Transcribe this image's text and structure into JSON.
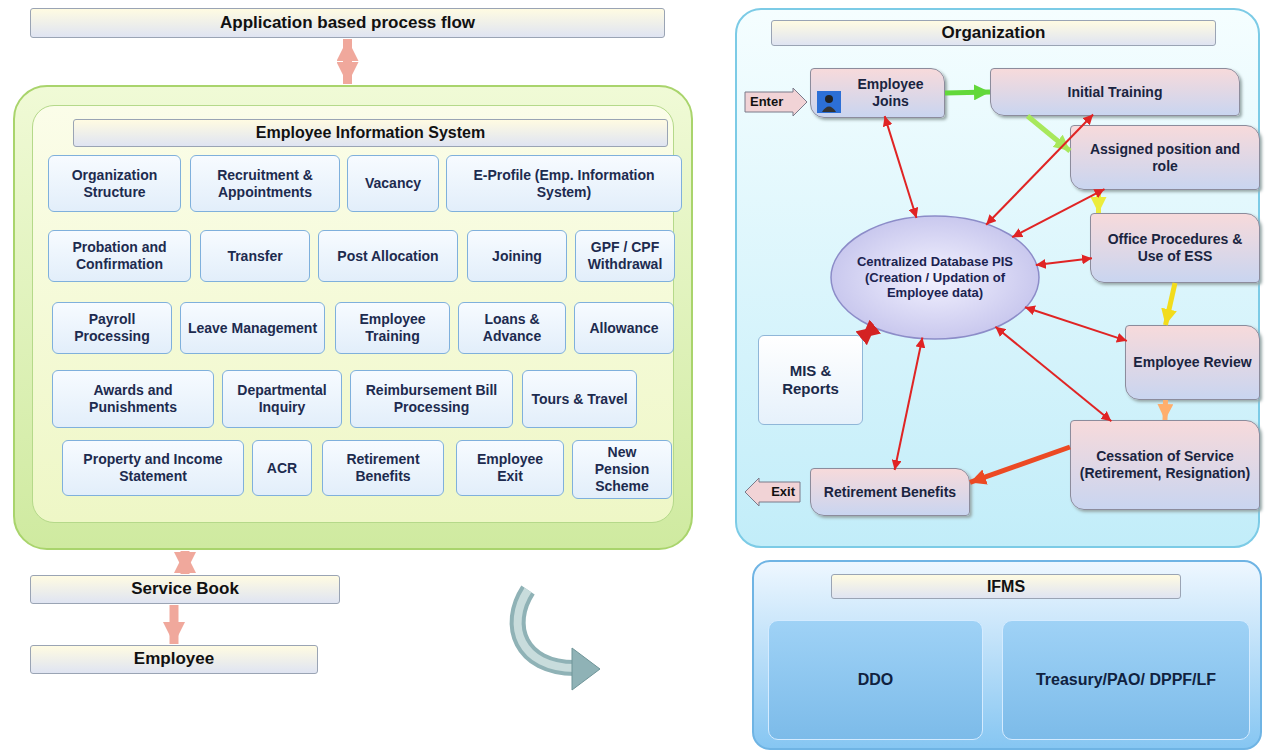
{
  "diagram": {
    "nodes": [
      {
        "text": [
          "Application based process flow"
        ]
      },
      {
        "text": [
          "Employee Information System"
        ]
      },
      {
        "text": [
          "Organization Structure"
        ],
        "in": 1
      },
      {
        "text": [
          "Recruitment & Appointments"
        ],
        "in": 1
      },
      {
        "text": [
          "Vacancy"
        ],
        "in": 1
      },
      {
        "text": [
          "E-Profile (Emp. Information System)"
        ],
        "in": 1
      },
      {
        "text": [
          "Probation and Confirmation"
        ],
        "in": 1
      },
      {
        "text": [
          "Transfer"
        ],
        "in": 1
      },
      {
        "text": [
          "Post Allocation"
        ],
        "in": 1
      },
      {
        "text": [
          "Joining"
        ],
        "in": 1
      },
      {
        "text": [
          "GPF / CPF Withdrawal"
        ],
        "in": 1
      },
      {
        "text": [
          "Payroll Processing"
        ],
        "in": 1
      },
      {
        "text": [
          "Leave Management"
        ],
        "in": 1
      },
      {
        "text": [
          "Employee Training"
        ],
        "in": 1
      },
      {
        "text": [
          "Loans & Advance"
        ],
        "in": 1
      },
      {
        "text": [
          "Allowance"
        ],
        "in": 1
      },
      {
        "text": [
          "Awards and Punishments"
        ],
        "in": 1
      },
      {
        "text": [
          "Departmental Inquiry"
        ],
        "in": 1
      },
      {
        "text": [
          "Reimbursement Bill Processing"
        ],
        "in": 1
      },
      {
        "text": [
          "Tours & Travel"
        ],
        "in": 1
      },
      {
        "text": [
          "Property and Income Statement"
        ],
        "in": 1
      },
      {
        "text": [
          "ACR"
        ],
        "in": 1
      },
      {
        "text": [
          "Retirement Benefits"
        ],
        "in": 1
      },
      {
        "text": [
          "Employee Exit"
        ],
        "in": 1
      },
      {
        "text": [
          "New Pension Scheme"
        ],
        "in": 1
      },
      {
        "text": [
          "Service Book"
        ]
      },
      {
        "text": [
          "Employee"
        ]
      },
      {
        "text": [
          "Organization"
        ]
      },
      {
        "text": [
          "Enter"
        ],
        "in": 27
      },
      {
        "text": [
          "Employee Joins"
        ],
        "in": 27
      },
      {
        "text": [
          "Initial Training"
        ],
        "in": 27
      },
      {
        "text": [
          "Assigned position and role"
        ],
        "in": 27
      },
      {
        "text": [
          "Office Procedures & Use of ESS"
        ],
        "in": 27
      },
      {
        "text": [
          "Employee Review"
        ],
        "in": 27
      },
      {
        "text": [
          "Cessation of Service (Retirement, Resignation)"
        ],
        "in": 27
      },
      {
        "text": [
          "Retirement Benefits"
        ],
        "in": 27
      },
      {
        "text": [
          "Exit"
        ],
        "in": 27
      },
      {
        "text": [
          "Centralized Database PIS (Creation / Updation of Employee data)"
        ],
        "in": 27
      },
      {
        "text": [
          "MIS & Reports"
        ],
        "in": 27
      },
      {
        "text": [
          "IFMS"
        ]
      },
      {
        "text": [
          "DDO"
        ],
        "in": 39
      },
      {
        "text": [
          "Treasury/PAO/ DPPF/LF"
        ],
        "in": 39
      }
    ],
    "edges": [
      {
        "from": 0,
        "to": 1,
        "arrow": "both"
      },
      {
        "from": 1,
        "to": 25,
        "arrow": "both"
      },
      {
        "from": 25,
        "to": 26,
        "arrow": "to"
      },
      {
        "from": 29,
        "to": 30,
        "arrow": "to"
      },
      {
        "from": 30,
        "to": 31,
        "arrow": "to"
      },
      {
        "from": 31,
        "to": 32,
        "arrow": "to"
      },
      {
        "from": 32,
        "to": 33,
        "arrow": "to"
      },
      {
        "from": 33,
        "to": 34,
        "arrow": "to"
      },
      {
        "from": 34,
        "to": 35,
        "arrow": "to"
      },
      {
        "from": 37,
        "to": 29,
        "arrow": "both"
      },
      {
        "from": 37,
        "to": 30,
        "arrow": "both"
      },
      {
        "from": 37,
        "to": 31,
        "arrow": "both"
      },
      {
        "from": 37,
        "to": 32,
        "arrow": "both"
      },
      {
        "from": 37,
        "to": 33,
        "arrow": "both"
      },
      {
        "from": 37,
        "to": 34,
        "arrow": "both"
      },
      {
        "from": 37,
        "to": 35,
        "arrow": "both"
      },
      {
        "from": 37,
        "to": 38,
        "arrow": "both"
      }
    ]
  }
}
